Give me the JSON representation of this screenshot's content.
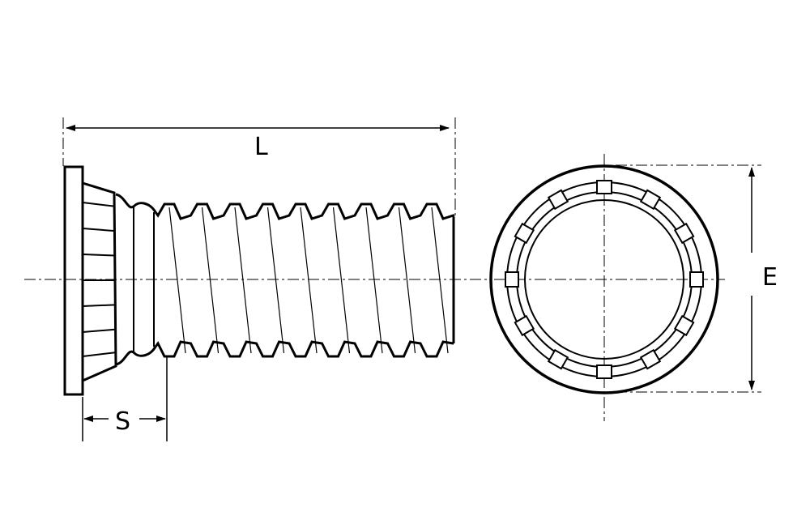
{
  "labels": {
    "length": "L",
    "head_height": "S",
    "diameter": "E"
  },
  "colors": {
    "line": "#000000",
    "background": "#ffffff"
  }
}
